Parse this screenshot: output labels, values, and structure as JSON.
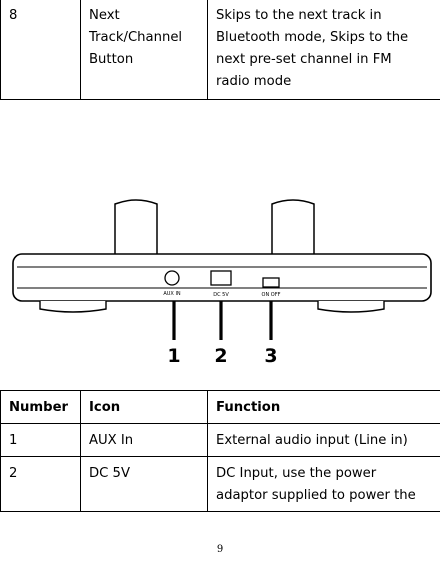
{
  "top_row": {
    "number": "8",
    "icon_lines": [
      "Next",
      "Track/Channel",
      "Button"
    ],
    "function_lines": [
      "Skips to the next track in",
      "Bluetooth mode, Skips to the",
      "next pre-set channel in FM",
      "radio mode"
    ]
  },
  "figure": {
    "port_labels": [
      "AUX IN",
      "DC 5V",
      "ON OFF"
    ],
    "callouts": [
      "1",
      "2",
      "3"
    ]
  },
  "table": {
    "headers": [
      "Number",
      "Icon",
      "Function"
    ],
    "rows": [
      {
        "number": "1",
        "icon": "AUX In",
        "function_lines": [
          "External audio input (Line in)"
        ]
      },
      {
        "number": "2",
        "icon": "DC 5V",
        "function_lines": [
          "DC Input, use the power",
          "adaptor supplied to power the"
        ]
      }
    ]
  },
  "page_number": "9"
}
